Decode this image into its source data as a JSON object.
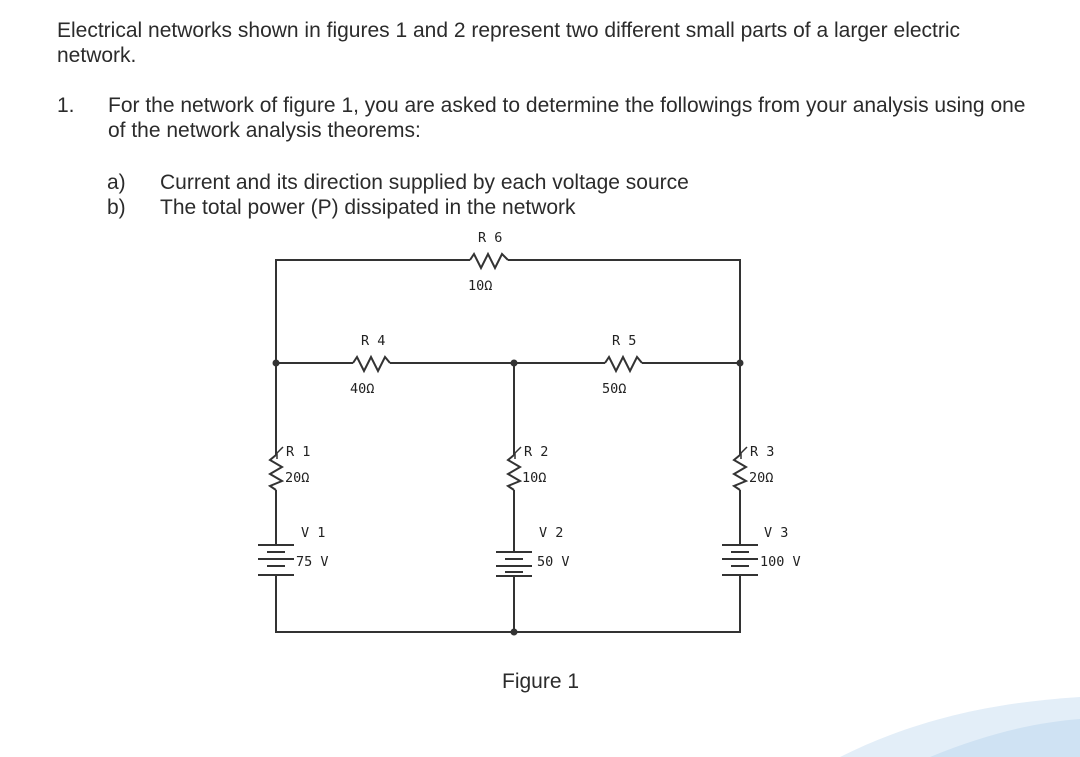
{
  "intro": "Electrical networks shown in figures 1 and 2 represent two different small parts of a larger electric network.",
  "question": {
    "number": "1.",
    "text": "For the network of figure 1, you are asked to determine the followings from your analysis using one of the network analysis theorems:",
    "items": [
      {
        "label": "a)",
        "text": "Current and its direction supplied by each voltage source"
      },
      {
        "label": "b)",
        "text": "The total power (P) dissipated in the network"
      }
    ]
  },
  "circuit": {
    "resistors": [
      {
        "name": "R 6",
        "value": "10Ω"
      },
      {
        "name": "R 4",
        "value": "40Ω"
      },
      {
        "name": "R 5",
        "value": "50Ω"
      },
      {
        "name": "R 1",
        "value": "20Ω"
      },
      {
        "name": "R 2",
        "value": "10Ω"
      },
      {
        "name": "R 3",
        "value": "20Ω"
      }
    ],
    "sources": [
      {
        "name": "V 1",
        "value": "75 V"
      },
      {
        "name": "V 2",
        "value": "50 V"
      },
      {
        "name": "V 3",
        "value": "100 V"
      }
    ]
  },
  "caption": "Figure 1"
}
